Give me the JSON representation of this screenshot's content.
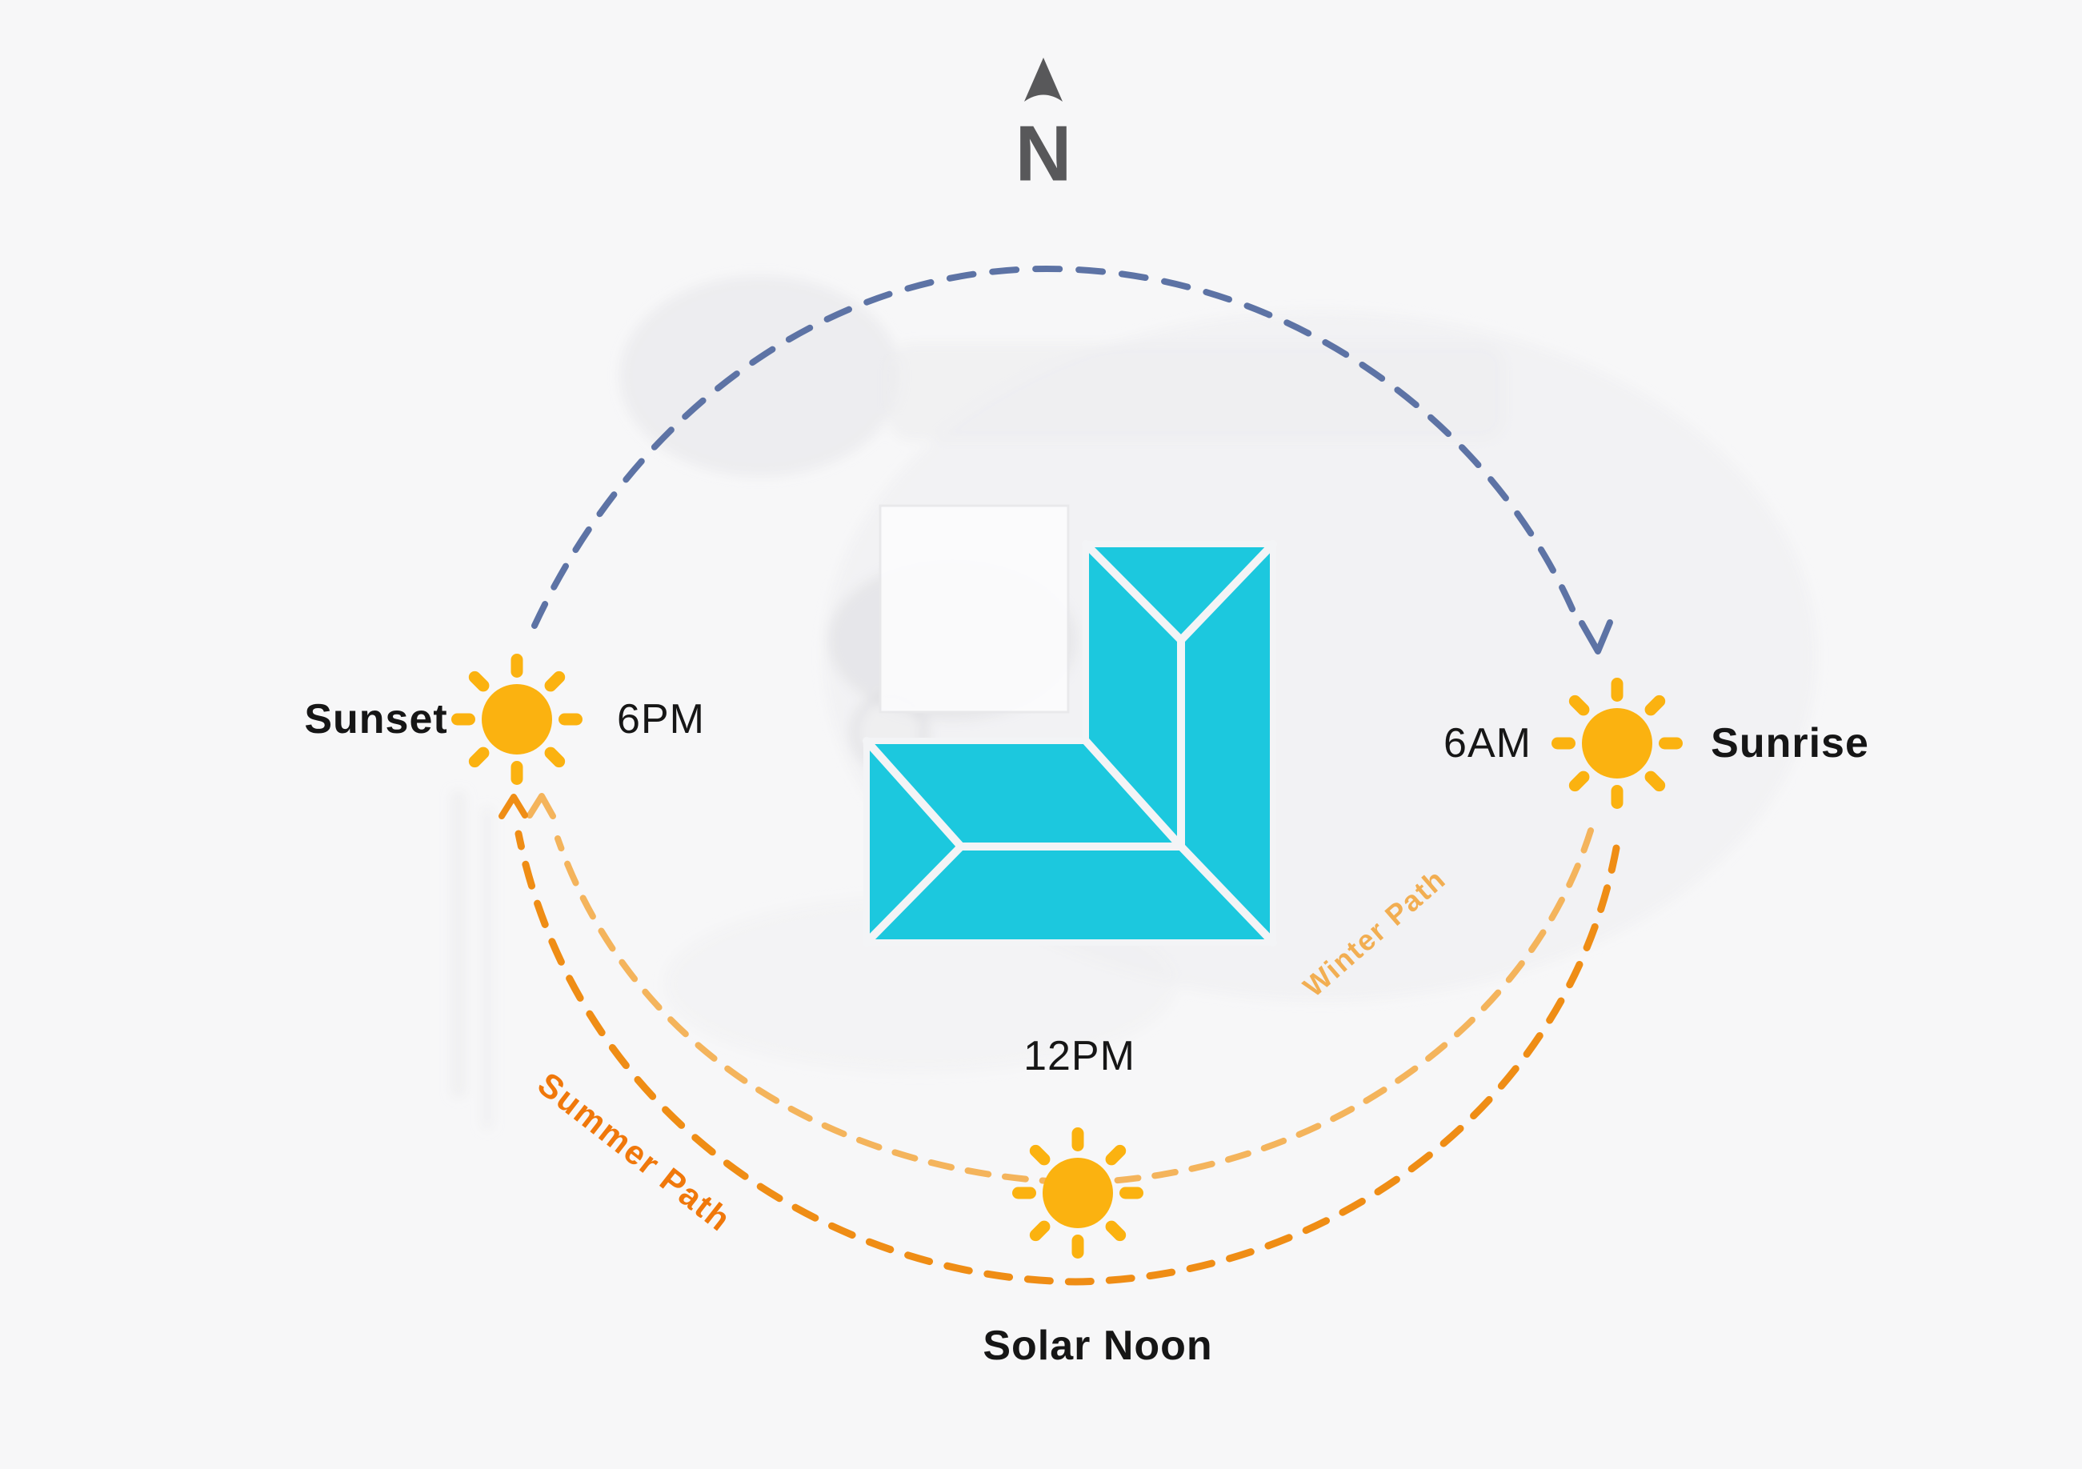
{
  "compass": {
    "label": "N"
  },
  "markers": {
    "sunset": {
      "label": "Sunset",
      "time": "6PM"
    },
    "sunrise": {
      "label": "Sunrise",
      "time": "6AM"
    },
    "noon": {
      "time": "12PM",
      "label": "Solar Noon"
    }
  },
  "paths": {
    "winter": {
      "label": "Winter Path"
    },
    "summer": {
      "label": "Summer Path"
    }
  },
  "icons": {
    "north_arrow": "north-arrow-icon",
    "sunset_sun": "sun-icon",
    "sunrise_sun": "sun-icon",
    "noon_sun": "sun-icon"
  },
  "colors": {
    "background": "#f7f7f8",
    "text": "#161616",
    "compass": "#58585a",
    "sun": "#fbb210",
    "roof": "#1cc8de",
    "roof_line": "#f3f4f6",
    "night_path": "#5d73a5",
    "winter_path": "#f4b45c",
    "winter_label": "#f2ae52",
    "summer_path": "#ef8d15",
    "summer_label": "#f0780b"
  }
}
